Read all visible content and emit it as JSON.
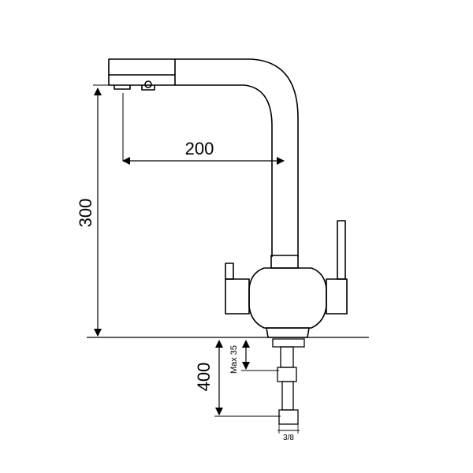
{
  "drawing": {
    "dimensions": {
      "reach": "200",
      "height": "300",
      "under_counter": "400",
      "max_thickness": "Max 35",
      "thread": "3/8"
    },
    "colors": {
      "line": "#000000",
      "background": "#ffffff"
    }
  }
}
